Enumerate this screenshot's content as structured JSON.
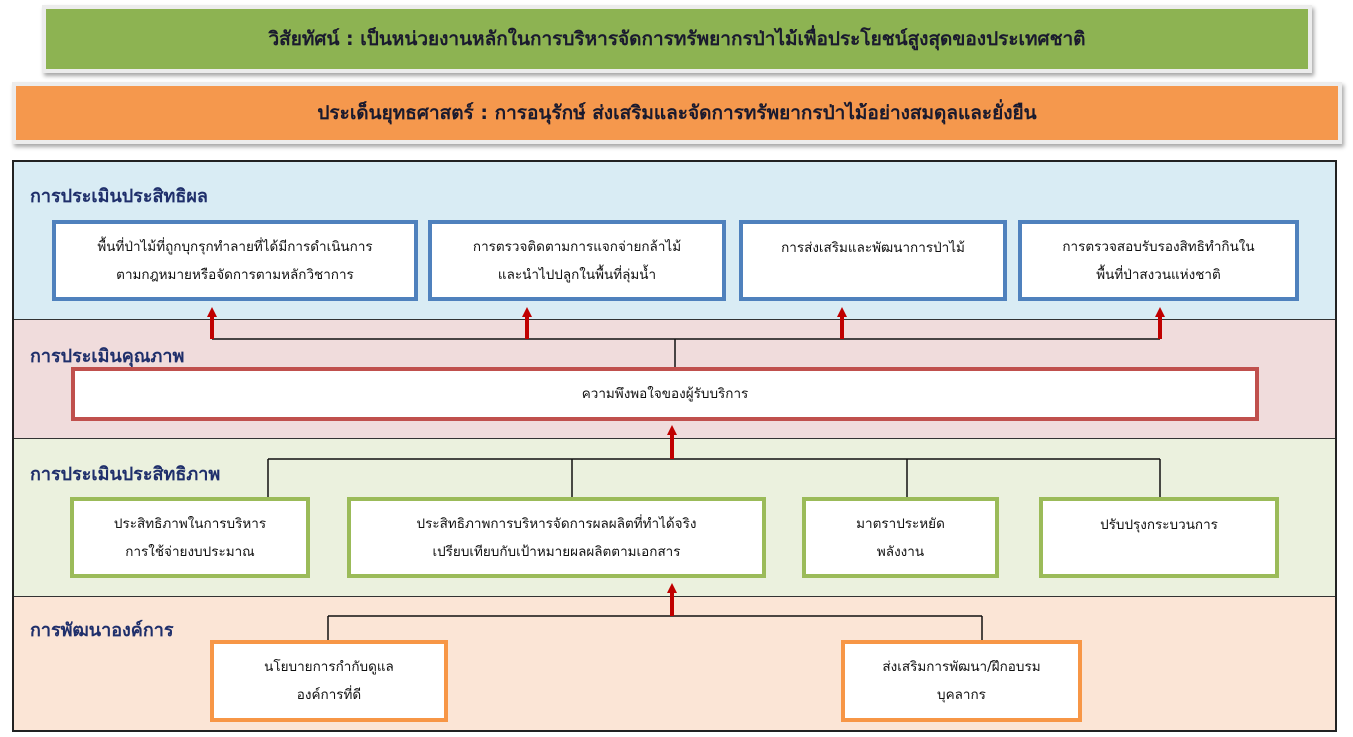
{
  "vision": "วิสัยทัศน์ : เป็นหน่วยงานหลักในการบริหารจัดการทรัพยากรป่าไม้เพื่อประโยชน์สูงสุดของประเทศชาติ",
  "strategy": "ประเด็นยุทธศาสตร์ : การอนุรักษ์ ส่งเสริมและจัดการทรัพยากรป่าไม้อย่างสมดุลและยั่งยืน",
  "colors": {
    "vision_banner": "#8db352",
    "strategy_banner": "#f5984d",
    "effectiveness_band": "#d9ecf4",
    "quality_band": "#f0dcdc",
    "efficiency_band": "#ebf1de",
    "development_band": "#fbe5d6",
    "arrow": "#c00000"
  },
  "bands": {
    "effectiveness": {
      "title": "การประเมินประสิทธิผล",
      "boxes": [
        {
          "line1": "พื้นที่ป่าไม้ที่ถูกบุกรุกทำลายที่ได้มีการดำเนินการ",
          "line2": "ตามกฎหมายหรือจัดการตามหลักวิชาการ"
        },
        {
          "line1": "การตรวจติดตามการแจกจ่ายกล้าไม้",
          "line2": "และนำไปปลูกในพื้นที่ลุ่มน้ำ"
        },
        {
          "line1": "การส่งเสริมและพัฒนาการป่าไม้",
          "line2": ""
        },
        {
          "line1": "การตรวจสอบรับรองสิทธิทำกินใน",
          "line2": "พื้นที่ป่าสงวนแห่งชาติ"
        }
      ]
    },
    "quality": {
      "title": "การประเมินคุณภาพ",
      "boxes": [
        {
          "line1": "ความพึงพอใจของผู้รับบริการ"
        }
      ]
    },
    "efficiency": {
      "title": "การประเมินประสิทธิภาพ",
      "boxes": [
        {
          "line1": "ประสิทธิภาพในการบริหาร",
          "line2": "การใช้จ่ายงบประมาณ"
        },
        {
          "line1": "ประสิทธิภาพการบริหารจัดการผลผลิตที่ทำได้จริง",
          "line2": "เปรียบเทียบกับเป้าหมายผลผลิตตามเอกสาร"
        },
        {
          "line1": "มาตราประหยัด",
          "line2": "พลังงาน"
        },
        {
          "line1": "ปรับปรุงกระบวนการ",
          "line2": ""
        }
      ]
    },
    "development": {
      "title": "การพัฒนาองค์การ",
      "boxes": [
        {
          "line1": "นโยบายการกำกับดูแล",
          "line2": "องค์การที่ดี"
        },
        {
          "line1": "ส่งเสริมการพัฒนา/ฝึกอบรม",
          "line2": "บุคลากร"
        }
      ]
    }
  }
}
